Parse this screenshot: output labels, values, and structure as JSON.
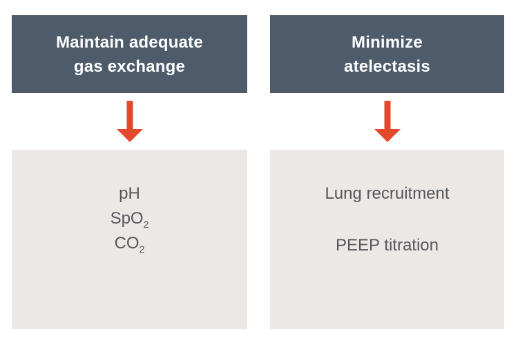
{
  "colors": {
    "header_background": "#4d5b6a",
    "header_text": "#ffffff",
    "arrow": "#e2492d",
    "body_background": "#ebe8e6",
    "body_text": "#56575b",
    "page_background": "#ffffff"
  },
  "columns": [
    {
      "header_lines": [
        "Maintain adequate",
        "gas exchange"
      ],
      "items": [
        {
          "base": "pH",
          "sub": ""
        },
        {
          "base": "SpO",
          "sub": "2"
        },
        {
          "base": "CO",
          "sub": "2"
        }
      ]
    },
    {
      "header_lines": [
        "Minimize",
        "atelectasis"
      ],
      "paragraphs": [
        "Lung recruitment",
        "PEEP titration"
      ]
    }
  ],
  "icons": {
    "arrow_name": "down-arrow"
  }
}
